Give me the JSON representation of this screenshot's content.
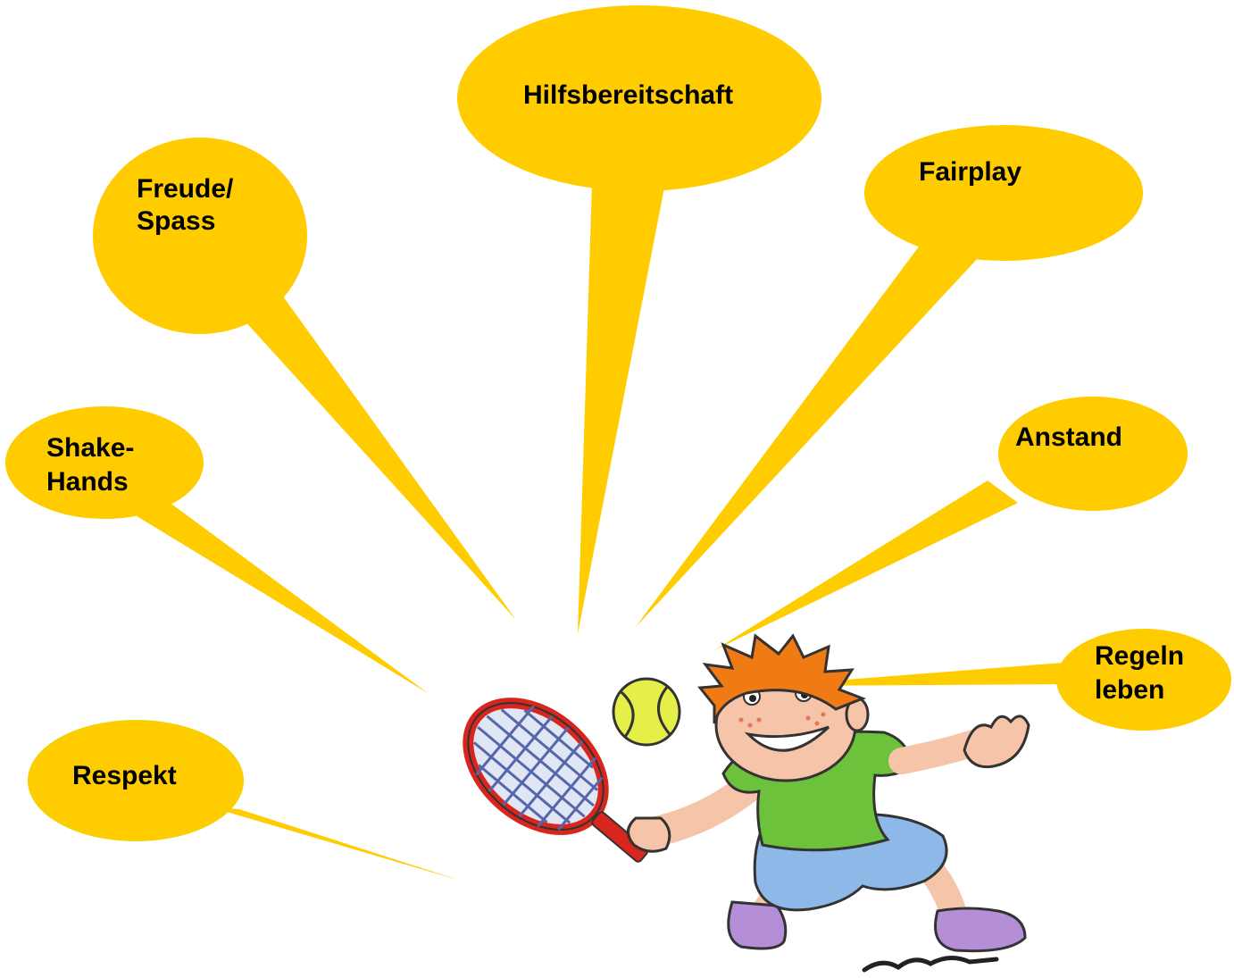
{
  "colors": {
    "bubble": "#FFCC00",
    "bubble_outline": "#F2D200",
    "text": "#000000",
    "boy_hair": "#F07A14",
    "boy_shirt": "#6CC23A",
    "boy_shorts": "#8EB8E8",
    "boy_shoes": "#B58ED8",
    "racket_frame": "#D8261E",
    "ball": "#E6EE4A"
  },
  "bubbles": {
    "hilfsbereitschaft": {
      "lines": [
        "Hilfsbereitschaft"
      ]
    },
    "freude": {
      "lines": [
        "Freude/",
        "Spass"
      ]
    },
    "fairplay": {
      "lines": [
        "Fairplay"
      ]
    },
    "shake": {
      "lines": [
        "Shake-",
        "Hands"
      ]
    },
    "anstand": {
      "lines": [
        "Anstand"
      ]
    },
    "regeln": {
      "lines": [
        "Regeln",
        "leben"
      ]
    },
    "respekt": {
      "lines": [
        "Respekt"
      ]
    }
  },
  "illustration": {
    "icon": "tennis-boy-icon"
  }
}
